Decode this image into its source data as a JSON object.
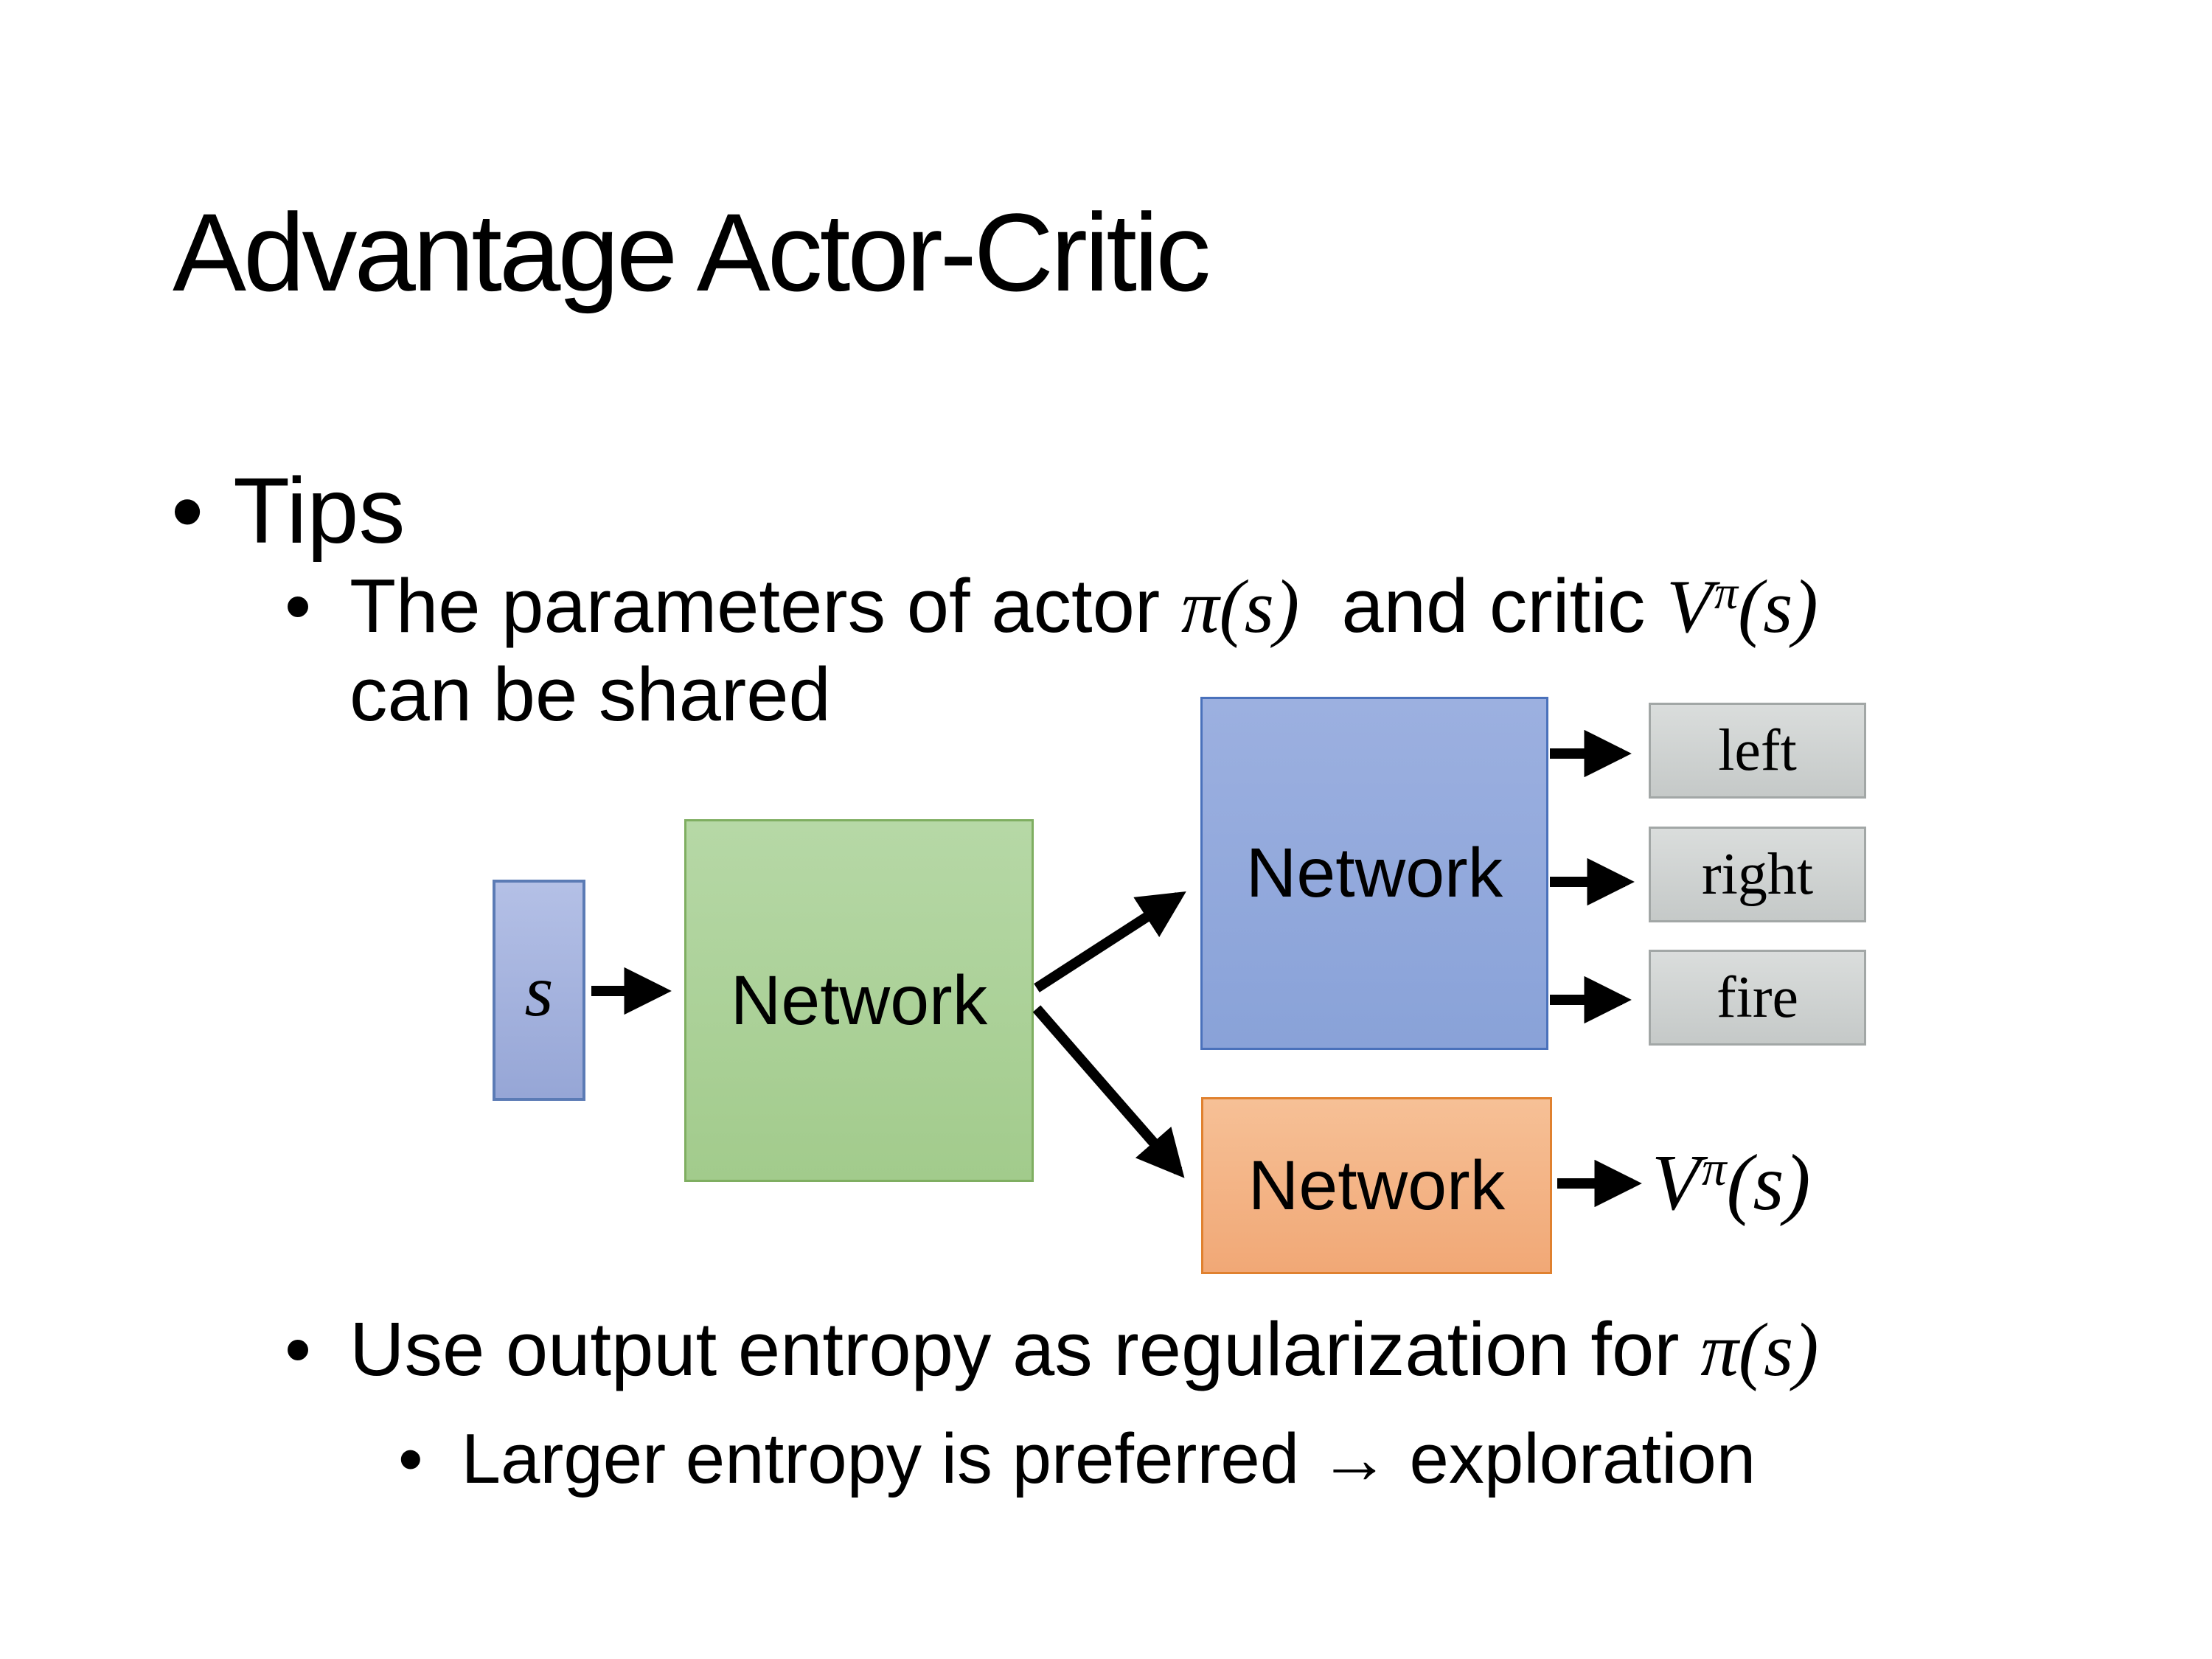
{
  "slide": {
    "title": "Advantage Actor-Critic",
    "bullet_char": "•",
    "bullets": {
      "l1": "Tips",
      "l2a": {
        "pre": "The parameters of actor ",
        "math_actor": "π(s)",
        "mid": "  and critic ",
        "critic_base": "V",
        "critic_sup": "π",
        "critic_args": "(s)",
        "cont": "can be shared"
      },
      "l2b": {
        "pre": "Use output entropy as regularization for ",
        "math": "π(s)"
      },
      "l3": "Larger entropy is preferred → exploration"
    },
    "diagram": {
      "state_label": "s",
      "shared_network_label": "Network",
      "actor_network_label": "Network",
      "critic_network_label": "Network",
      "actions": [
        "left",
        "right",
        "fire"
      ],
      "value_output": {
        "base": "V",
        "sup": "π",
        "args": "(s)"
      },
      "colors": {
        "state_fill": "#9fb0dc",
        "state_border": "#5b7bb5",
        "shared_fill": "#a9d08e",
        "shared_border": "#7fae61",
        "actor_fill": "#8faadc",
        "actor_border": "#4a71bb",
        "critic_fill": "#f4b183",
        "critic_border": "#e0812f",
        "action_fill": "#ced2d1",
        "action_border": "#a2a7a6",
        "arrow": "#000000",
        "text": "#000000",
        "background": "#ffffff"
      }
    }
  }
}
